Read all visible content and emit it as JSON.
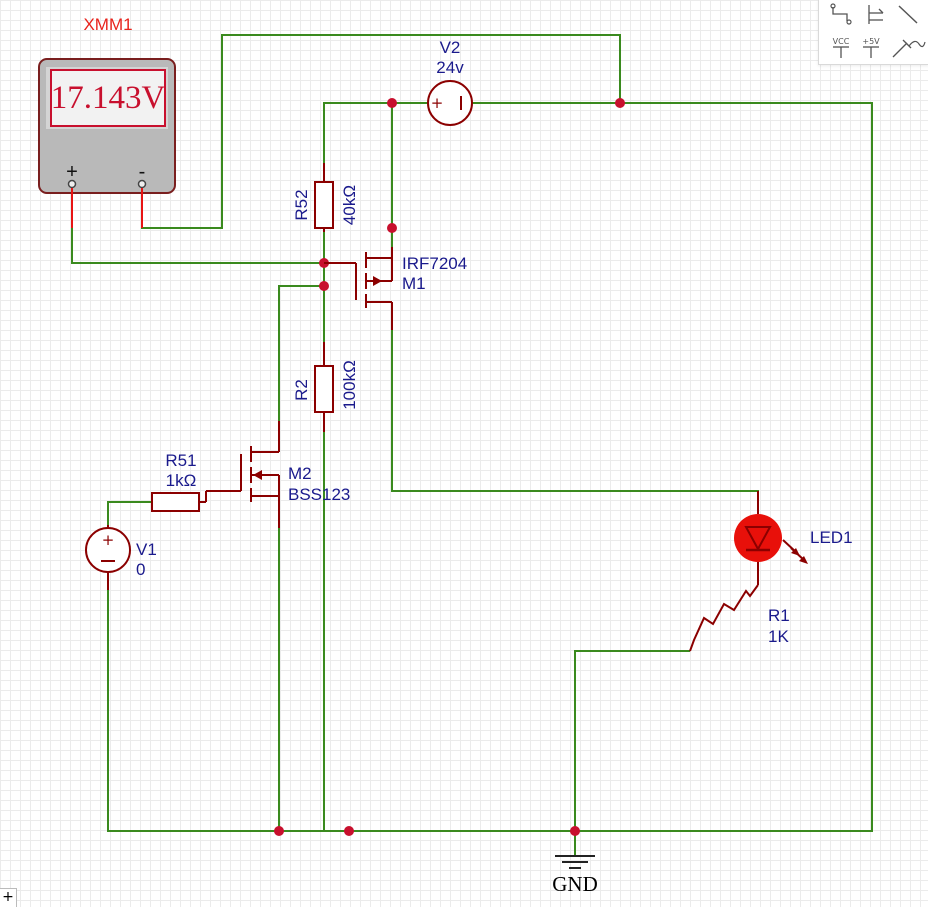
{
  "multimeter": {
    "name": "XMM1",
    "reading": "17.143V",
    "pos_terminal": "+",
    "neg_terminal": "-"
  },
  "sources": {
    "v2": {
      "name": "V2",
      "value": "24v"
    },
    "v1": {
      "name": "V1",
      "value": "0"
    }
  },
  "resistors": {
    "r52": {
      "name": "R52",
      "value": "40kΩ"
    },
    "r2": {
      "name": "R2",
      "value": "100kΩ"
    },
    "r51": {
      "name": "R51",
      "value": "1kΩ"
    },
    "r1": {
      "name": "R1",
      "value": "1K"
    }
  },
  "transistors": {
    "m1": {
      "part": "IRF7204",
      "name": "M1"
    },
    "m2": {
      "name": "M2",
      "part": "BSS123"
    }
  },
  "led": {
    "name": "LED1"
  },
  "ground": {
    "label": "GND"
  },
  "palette": {
    "tools": [
      {
        "icon": "wire-tool-icon"
      },
      {
        "icon": "bus-tool-icon"
      },
      {
        "icon": "line-tool-icon"
      },
      {
        "icon": "vcc-tool-icon",
        "label": "VCC"
      },
      {
        "icon": "plus5v-tool-icon",
        "label": "+5V"
      },
      {
        "icon": "probe-tool-icon"
      }
    ]
  },
  "corner": {
    "label": "+"
  },
  "colors": {
    "wire": "#3a8a1e",
    "component": "#8b0000",
    "junction": "#c8102e",
    "label": "#1a1a8c",
    "led_on": "#e8100a"
  }
}
